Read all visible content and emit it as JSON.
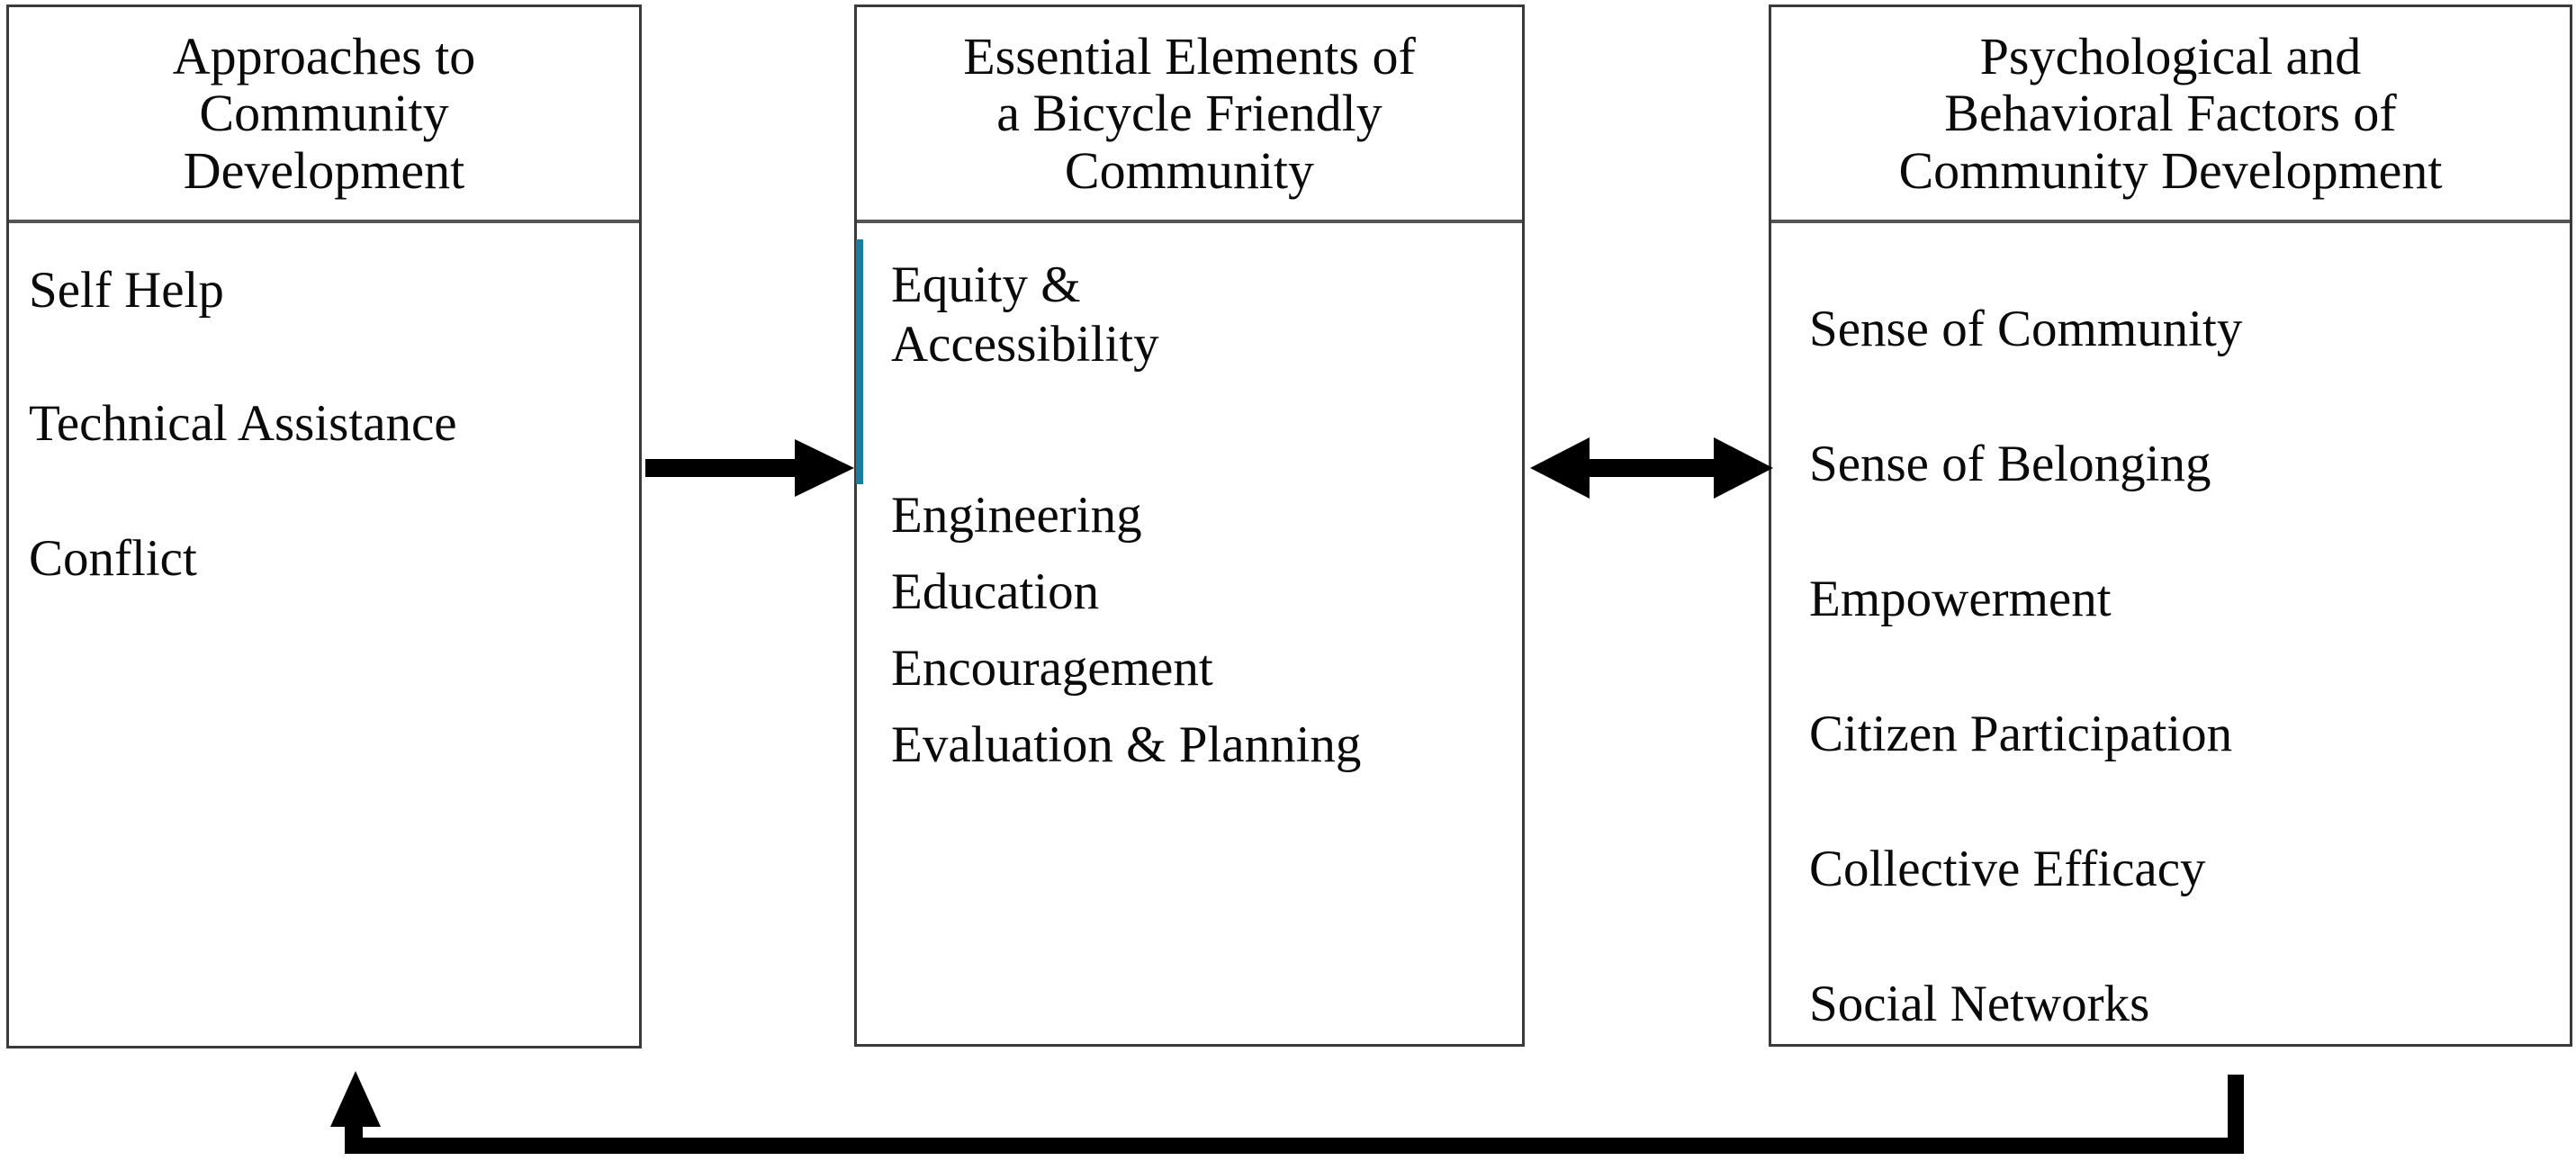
{
  "diagram": {
    "columns": [
      {
        "id": "approaches-to-community-development",
        "header": "Approaches to\nCommunity\nDevelopment",
        "items": [
          "Self Help",
          "Technical Assistance",
          "Conflict"
        ]
      },
      {
        "id": "essential-elements-of-a-bicycle-friendly-community",
        "header": "Essential Elements of\na Bicycle Friendly\nCommunity",
        "accent_color": "#1b7e9e",
        "items": [
          "Equity &\nAccessibility",
          "Engineering",
          "Education",
          "Encouragement",
          "Evaluation & Planning"
        ]
      },
      {
        "id": "psychological-and-behavioral-factors-of-community-development",
        "header": "Psychological and\nBehavioral Factors of\nCommunity Development",
        "items": [
          "Sense of Community",
          "Sense of Belonging",
          "Empowerment",
          "Citizen Participation",
          "Collective Efficacy",
          "Social Networks"
        ]
      }
    ],
    "connectors": [
      {
        "id": "approaches-to-elements",
        "type": "arrow-right",
        "direction": "forward"
      },
      {
        "id": "elements-to-factors",
        "type": "arrow-double",
        "direction": "bidirectional"
      },
      {
        "id": "factors-back-to-approaches",
        "type": "feedback-loop",
        "direction": "reverse"
      }
    ],
    "colors": {
      "border": "#3a3a3a",
      "header_divider": "#555555",
      "text": "#0a0a0a",
      "arrow": "#000000",
      "accent": "#1b7e9e",
      "background": "#ffffff"
    }
  }
}
